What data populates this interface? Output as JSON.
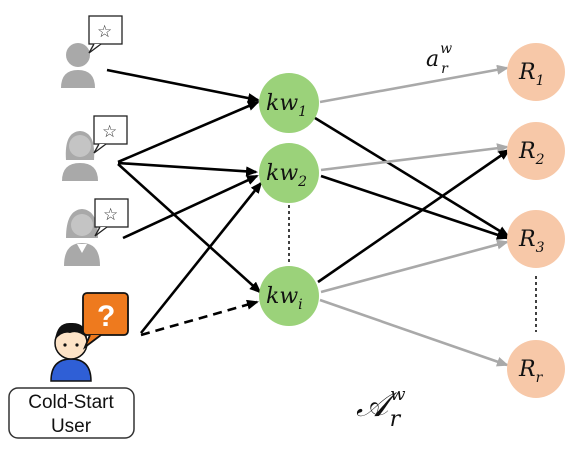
{
  "keyword_nodes": [
    {
      "base": "kw",
      "sub": "1"
    },
    {
      "base": "kw",
      "sub": "2"
    },
    {
      "base": "kw",
      "sub": "i"
    }
  ],
  "result_nodes": [
    {
      "base": "R",
      "sub": "1"
    },
    {
      "base": "R",
      "sub": "2"
    },
    {
      "base": "R",
      "sub": "3"
    },
    {
      "base": "R",
      "sub": "r"
    }
  ],
  "edge_weight_label": {
    "base": "a",
    "sub": "r",
    "sup": "w"
  },
  "matrix_label": {
    "base": "𝒜",
    "sub": "r",
    "sup": "w"
  },
  "cold_start_user": {
    "line1": "Cold-Start",
    "line2": "User"
  },
  "rating_icon_symbol": "☆",
  "question_symbol": "?",
  "colors": {
    "keyword_fill": "#9bd27a",
    "result_fill": "#f7c8a8",
    "user_gray": "#a9a9a9",
    "strong_edge": "#000000",
    "weak_edge": "#a9a9a9",
    "bubble_orange": "#ee7a1e",
    "avatar_shirt": "#2f5fd6"
  }
}
